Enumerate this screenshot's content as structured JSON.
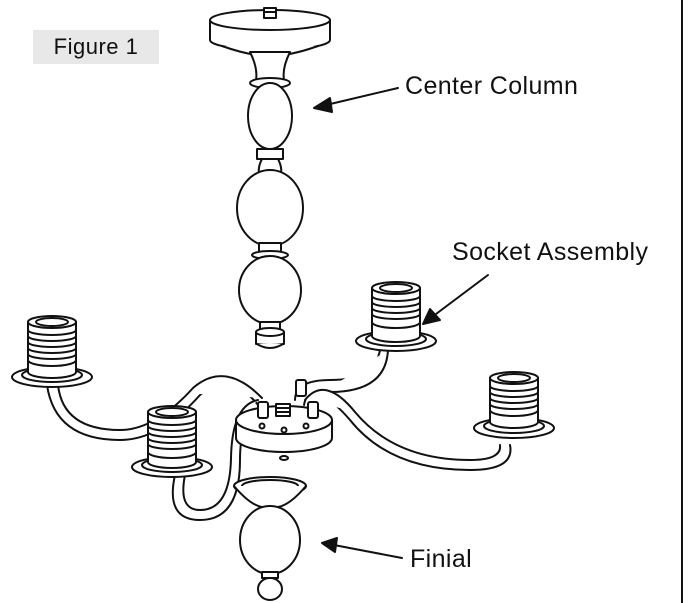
{
  "figure_label": "Figure 1",
  "callouts": {
    "center_column": "Center Column",
    "socket_assembly": "Socket Assembly",
    "finial": "Finial"
  },
  "colors": {
    "stroke": "#111111",
    "panel": "#e8e8e8",
    "fill": "#ffffff"
  }
}
